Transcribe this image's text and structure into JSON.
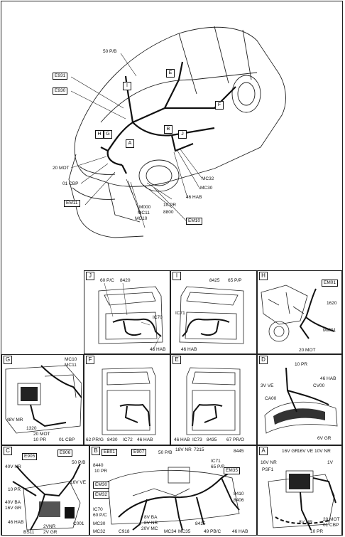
{
  "main": {
    "labels": [
      "50 P/B",
      "20 MOT",
      "01 CBP",
      "M000",
      "MC11",
      "MC10",
      "10 PR",
      "8800",
      "MC32",
      "MC30",
      "46 HAB"
    ],
    "boxes": [
      "E931",
      "E930",
      "EM11",
      "EM10"
    ],
    "tags": [
      "I",
      "E",
      "H",
      "G",
      "A",
      "B",
      "J",
      "F"
    ]
  },
  "panels": {
    "J": {
      "letter": "J",
      "labels": [
        "60 P/C",
        "8420",
        "IC70",
        "46 HAB"
      ]
    },
    "I": {
      "letter": "I",
      "labels": [
        "8425",
        "65 P/P",
        "IC71",
        "46 HAB"
      ]
    },
    "H": {
      "letter": "H",
      "box": "EM01",
      "labels": [
        "1620",
        "MM01",
        "20 MOT"
      ]
    },
    "G": {
      "letter": "G",
      "labels": [
        "MC10",
        "MC11",
        "48V MR",
        "1320",
        "20 MOT",
        "10 PR",
        "01 CBP"
      ]
    },
    "F": {
      "letter": "F",
      "labels": [
        "62 PR/G",
        "8430",
        "IC72",
        "46 HAB"
      ]
    },
    "E": {
      "letter": "E",
      "labels": [
        "46 HAB",
        "IC73",
        "8435",
        "67 PR/O"
      ]
    },
    "D": {
      "letter": "D",
      "labels": [
        "10 PR",
        "46 HAB",
        "3V VE",
        "CV00",
        "CA00",
        "6V GR"
      ]
    },
    "C": {
      "letter": "C",
      "boxes": [
        "E905",
        "E906"
      ],
      "labels": [
        "40V NR",
        "50 P/B",
        "10 PR",
        "16V VE",
        "40V BA",
        "16V GR",
        "C001",
        "46 HAB",
        "2VNR",
        "BS11",
        "2V GR"
      ]
    },
    "B": {
      "letter": "B",
      "boxes": [
        "EB01",
        "E907",
        "EM30",
        "EM32",
        "EM35"
      ],
      "labels": [
        "50 P/B",
        "18V NR",
        "7215",
        "8445",
        "8440",
        "10 PR",
        "IC71",
        "65 P/P",
        "8410",
        "8406",
        "IC70",
        "60 P/C",
        "MC30",
        "MC32",
        "C918",
        "8V BA",
        "8V NR",
        "20V MC",
        "MC34",
        "MC35",
        "8415",
        "49 PB/C",
        "46 HAB"
      ]
    },
    "A": {
      "letter": "A",
      "labels": [
        "16V NR",
        "PSF1",
        "16V GR",
        "16V VE",
        "10V NR",
        "1V",
        "20 MOT",
        "01 CBP",
        "8V NR",
        "10 PR"
      ]
    }
  }
}
